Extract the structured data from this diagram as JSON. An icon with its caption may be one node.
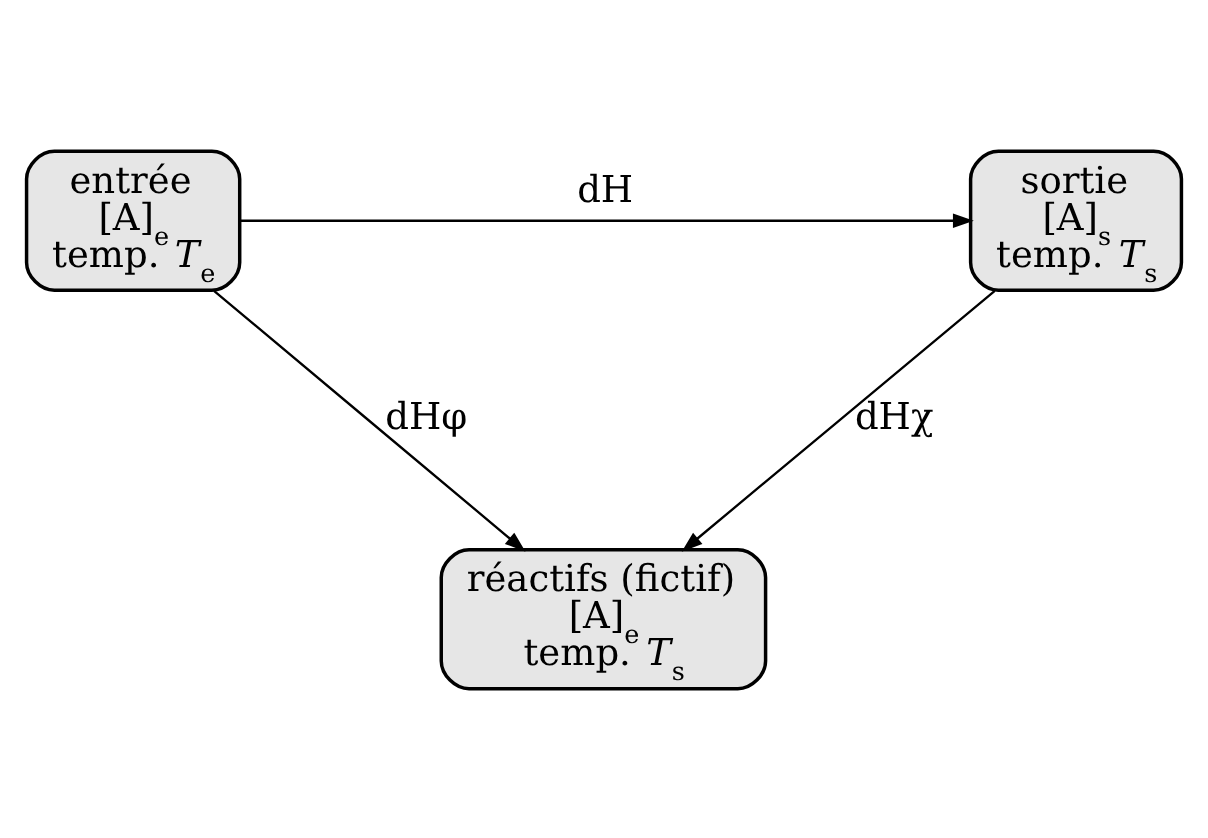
{
  "diagram": {
    "nodes": [
      {
        "text": [
          "entrée",
          "[A]$_{e}$",
          "temp. *T*$_{e}$"
        ]
      },
      {
        "text": [
          "sortie",
          "[A]$_{s}$",
          "temp. *T*$_{s}$"
        ]
      },
      {
        "text": [
          "réactifs (fictif)",
          "[A]$_{e}$",
          "temp. *T*$_{s}$"
        ]
      }
    ],
    "edges": [
      {
        "from": 0,
        "to": 1,
        "arrow": "to",
        "label": "dH"
      },
      {
        "from": 0,
        "to": 2,
        "arrow": "to",
        "label": "dHφ"
      },
      {
        "from": 1,
        "to": 2,
        "arrow": "to",
        "label": "dHχ"
      }
    ]
  }
}
